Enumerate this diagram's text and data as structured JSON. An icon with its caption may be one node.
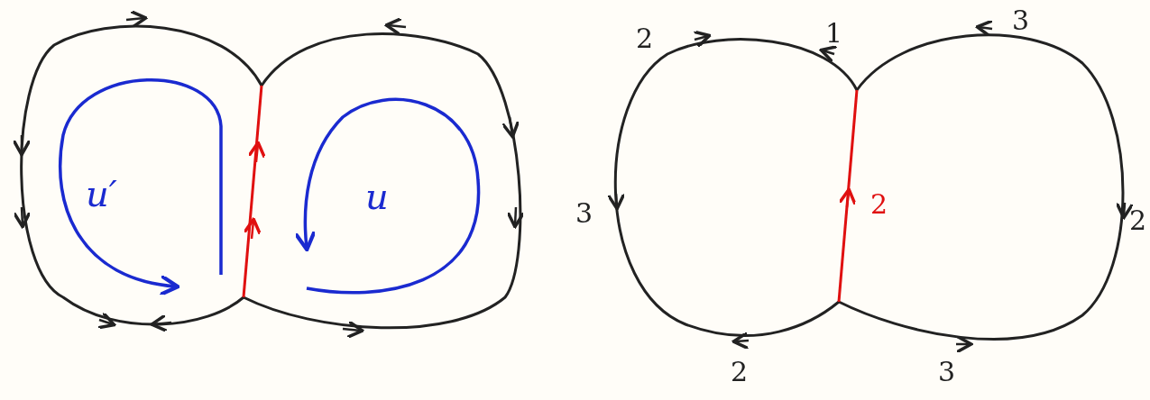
{
  "diagram": {
    "labels": [
      "u′",
      "u",
      "2",
      "1",
      "3",
      "3",
      "2",
      "2",
      "2",
      "3"
    ]
  }
}
